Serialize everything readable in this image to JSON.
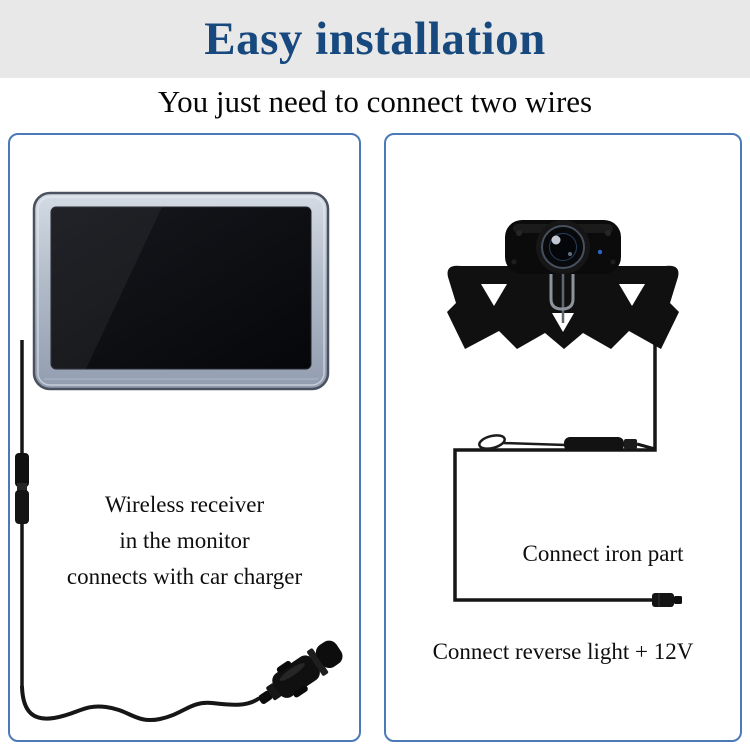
{
  "colors": {
    "banner-gray": "#e8e8e8",
    "title-blue": "#17497e",
    "border-blue": "#4a7ab8",
    "wire-black": "#161616"
  },
  "header": {
    "title": "Easy installation",
    "subtitle": "You just need to connect two wires"
  },
  "left_panel": {
    "caption": {
      "line1": "Wireless receiver",
      "line2": "in the monitor",
      "line3": "connects with car charger"
    }
  },
  "right_panel": {
    "caption_iron": "Connect iron part",
    "caption_reverse": "Connect reverse light + 12V"
  }
}
